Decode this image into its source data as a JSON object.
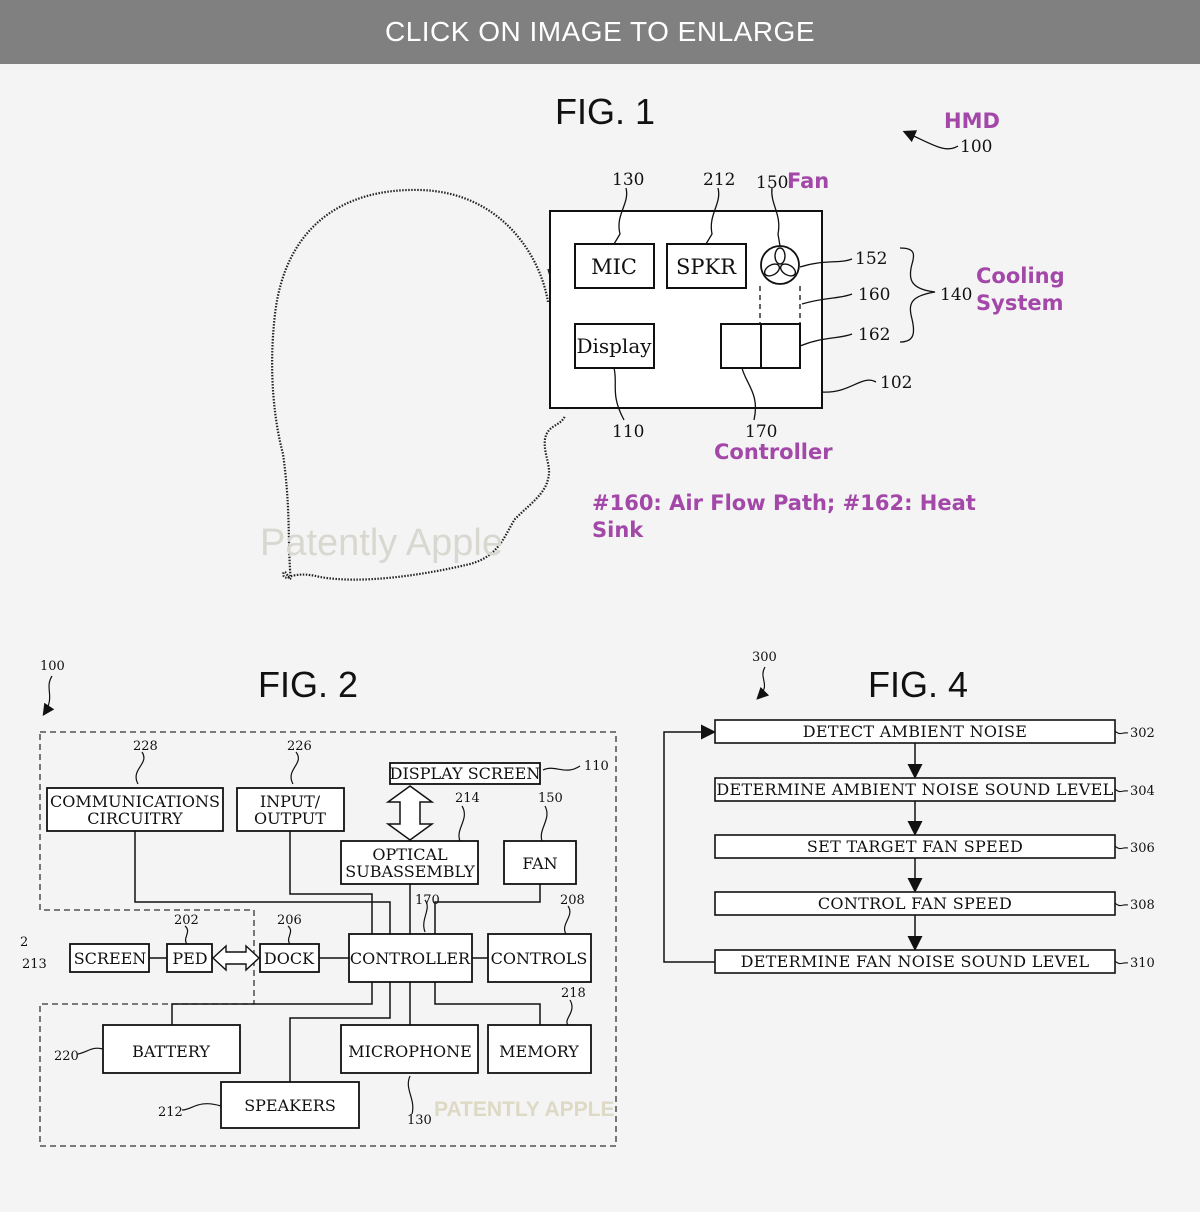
{
  "topbar": {
    "label": "CLICK ON IMAGE TO ENLARGE"
  },
  "fig1": {
    "title": "FIG. 1",
    "hmd_label": "HMD",
    "hmd_ref": "100",
    "ref_130": "130",
    "ref_212": "212",
    "ref_150": "150",
    "fan_label": "Fan",
    "mic": "MIC",
    "spkr": "SPKR",
    "display": "Display",
    "ref_152": "152",
    "ref_160": "160",
    "ref_162": "162",
    "ref_140": "140",
    "ref_102": "102",
    "cooling_1": "Cooling",
    "cooling_2": "System",
    "ref_110": "110",
    "ref_170": "170",
    "controller_label": "Controller",
    "note_1": "#160: Air Flow Path; #162: Heat",
    "note_2": "Sink",
    "watermark": "Patently Apple"
  },
  "fig2": {
    "title": "FIG. 2",
    "ref_100": "100",
    "comm_1": "COMMUNICATIONS",
    "comm_2": "CIRCUITRY",
    "ref_228": "228",
    "io_1": "INPUT/",
    "io_2": "OUTPUT",
    "ref_226": "226",
    "display_screen": "DISPLAY SCREEN",
    "ref_110": "110",
    "optical_1": "OPTICAL",
    "optical_2": "SUBASSEMBLY",
    "ref_214": "214",
    "fan": "FAN",
    "ref_150": "150",
    "ref_170": "170",
    "controller": "CONTROLLER",
    "controls": "CONTROLS",
    "ref_208": "208",
    "screen": "SCREEN",
    "ped": "PED",
    "dock": "DOCK",
    "ref_202": "202",
    "ref_206": "206",
    "ref_213": "213",
    "ref_2": "2",
    "battery": "BATTERY",
    "ref_220": "220",
    "microphone": "MICROPHONE",
    "ref_130": "130",
    "memory": "MEMORY",
    "ref_218": "218",
    "speakers": "SPEAKERS",
    "ref_212": "212",
    "watermark": "PATENTLY APPLE"
  },
  "fig4": {
    "title": "FIG. 4",
    "ref_300": "300",
    "steps": [
      {
        "label": "DETECT AMBIENT NOISE",
        "ref": "302"
      },
      {
        "label": "DETERMINE AMBIENT NOISE SOUND LEVEL",
        "ref": "304"
      },
      {
        "label": "SET TARGET FAN SPEED",
        "ref": "306"
      },
      {
        "label": "CONTROL FAN SPEED",
        "ref": "308"
      },
      {
        "label": "DETERMINE FAN NOISE SOUND LEVEL",
        "ref": "310"
      }
    ]
  },
  "colors": {
    "annotation": "#a347a8",
    "topbar": "#808080"
  }
}
